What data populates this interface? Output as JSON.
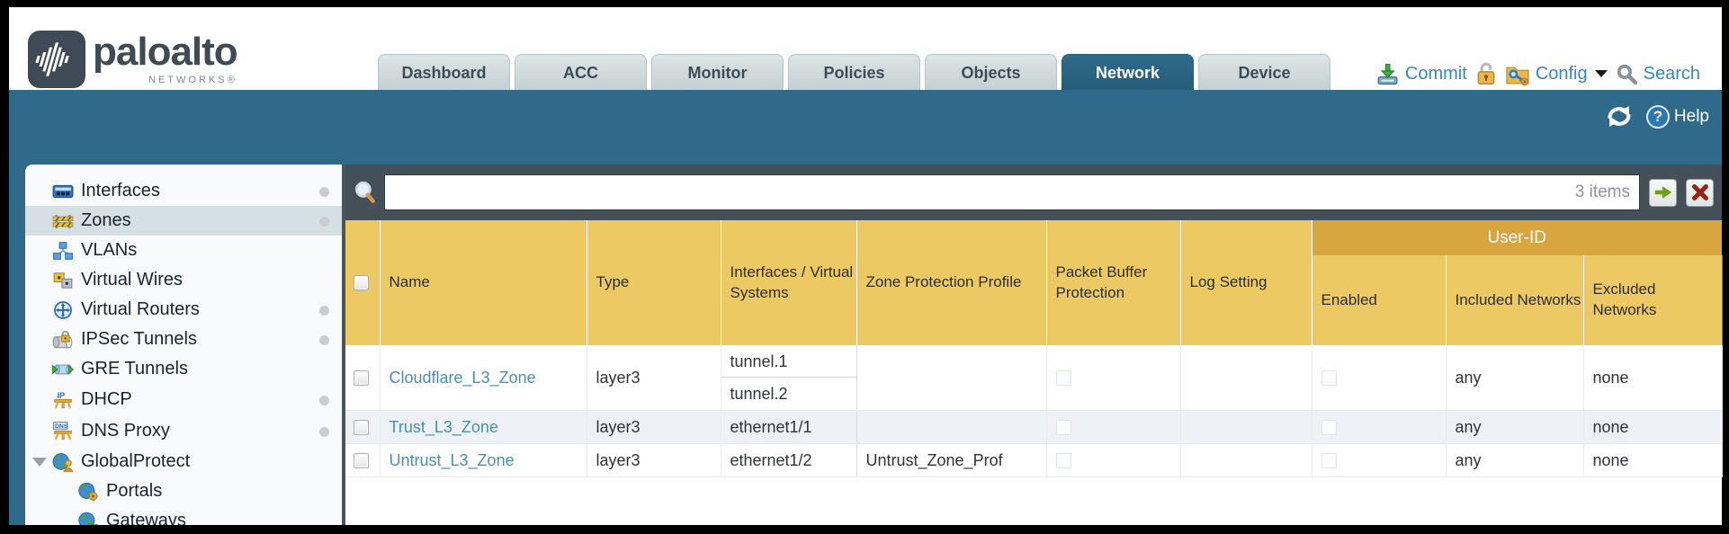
{
  "brand": {
    "name": "paloalto",
    "subtitle": "NETWORKS®",
    "logo_icon": "paloalto-logo-icon"
  },
  "nav": {
    "tabs": [
      {
        "label": "Dashboard",
        "active": false
      },
      {
        "label": "ACC",
        "active": false
      },
      {
        "label": "Monitor",
        "active": false
      },
      {
        "label": "Policies",
        "active": false
      },
      {
        "label": "Objects",
        "active": false
      },
      {
        "label": "Network",
        "active": true
      },
      {
        "label": "Device",
        "active": false
      }
    ],
    "commit_label": "Commit",
    "config_label": "Config",
    "search_label": "Search",
    "icons": [
      "commit-icon",
      "lock-icon",
      "config-icon",
      "dropdown-caret-icon",
      "search-icon"
    ]
  },
  "banner": {
    "help_label": "Help",
    "icons": [
      "refresh-icon",
      "help-icon"
    ]
  },
  "sidebar": {
    "items": [
      {
        "label": "Interfaces",
        "icon": "interfaces-icon",
        "has_status_dot": true,
        "selected": false
      },
      {
        "label": "Zones",
        "icon": "zones-icon",
        "has_status_dot": true,
        "selected": true
      },
      {
        "label": "VLANs",
        "icon": "vlans-icon",
        "has_status_dot": false,
        "selected": false
      },
      {
        "label": "Virtual Wires",
        "icon": "virtual-wires-icon",
        "has_status_dot": false,
        "selected": false
      },
      {
        "label": "Virtual Routers",
        "icon": "virtual-routers-icon",
        "has_status_dot": true,
        "selected": false
      },
      {
        "label": "IPSec Tunnels",
        "icon": "ipsec-tunnels-icon",
        "has_status_dot": true,
        "selected": false
      },
      {
        "label": "GRE Tunnels",
        "icon": "gre-tunnels-icon",
        "has_status_dot": false,
        "selected": false
      },
      {
        "label": "DHCP",
        "icon": "dhcp-icon",
        "has_status_dot": true,
        "selected": false
      },
      {
        "label": "DNS Proxy",
        "icon": "dns-proxy-icon",
        "has_status_dot": true,
        "selected": false
      },
      {
        "label": "GlobalProtect",
        "icon": "globalprotect-icon",
        "has_status_dot": false,
        "selected": false,
        "expanded": true
      },
      {
        "label": "Portals",
        "icon": "portals-icon",
        "has_status_dot": false,
        "selected": false,
        "indent": 1
      },
      {
        "label": "Gateways",
        "icon": "gateways-icon",
        "has_status_dot": false,
        "selected": false,
        "indent": 1
      }
    ]
  },
  "toolbar": {
    "filter_value": "",
    "items_count": "3 items",
    "icons": [
      "filter-search-icon",
      "apply-filter-icon",
      "clear-filter-icon"
    ]
  },
  "table": {
    "group_header": "User-ID",
    "columns": [
      "Name",
      "Type",
      "Interfaces / Virtual Systems",
      "Zone Protection Profile",
      "Packet Buffer Protection",
      "Log Setting",
      "Enabled",
      "Included Networks",
      "Excluded Networks"
    ],
    "rows": [
      {
        "name": "Cloudflare_L3_Zone",
        "type": "layer3",
        "interfaces": [
          "tunnel.1",
          "tunnel.2"
        ],
        "zone_protection_profile": "",
        "packet_buffer_protection": false,
        "log_setting": "",
        "user_id_enabled": false,
        "included_networks": "any",
        "excluded_networks": "none"
      },
      {
        "name": "Trust_L3_Zone",
        "type": "layer3",
        "interfaces": [
          "ethernet1/1"
        ],
        "zone_protection_profile": "",
        "packet_buffer_protection": false,
        "log_setting": "",
        "user_id_enabled": false,
        "included_networks": "any",
        "excluded_networks": "none"
      },
      {
        "name": "Untrust_L3_Zone",
        "type": "layer3",
        "interfaces": [
          "ethernet1/2"
        ],
        "zone_protection_profile": "Untrust_Zone_Prof",
        "packet_buffer_protection": false,
        "log_setting": "",
        "user_id_enabled": false,
        "included_networks": "any",
        "excluded_networks": "none"
      }
    ]
  },
  "colors": {
    "banner_blue": "#306a8a",
    "active_tab": "#27617e",
    "inactive_tab": "#c9d4d6",
    "toolbar_dark": "#454f57",
    "header_amber": "#edc963",
    "userid_band_amber": "#d7a63e",
    "link_blue": "#4a8fb3",
    "alt_row": "#eef1f5",
    "action_text_blue": "#3389bd"
  }
}
